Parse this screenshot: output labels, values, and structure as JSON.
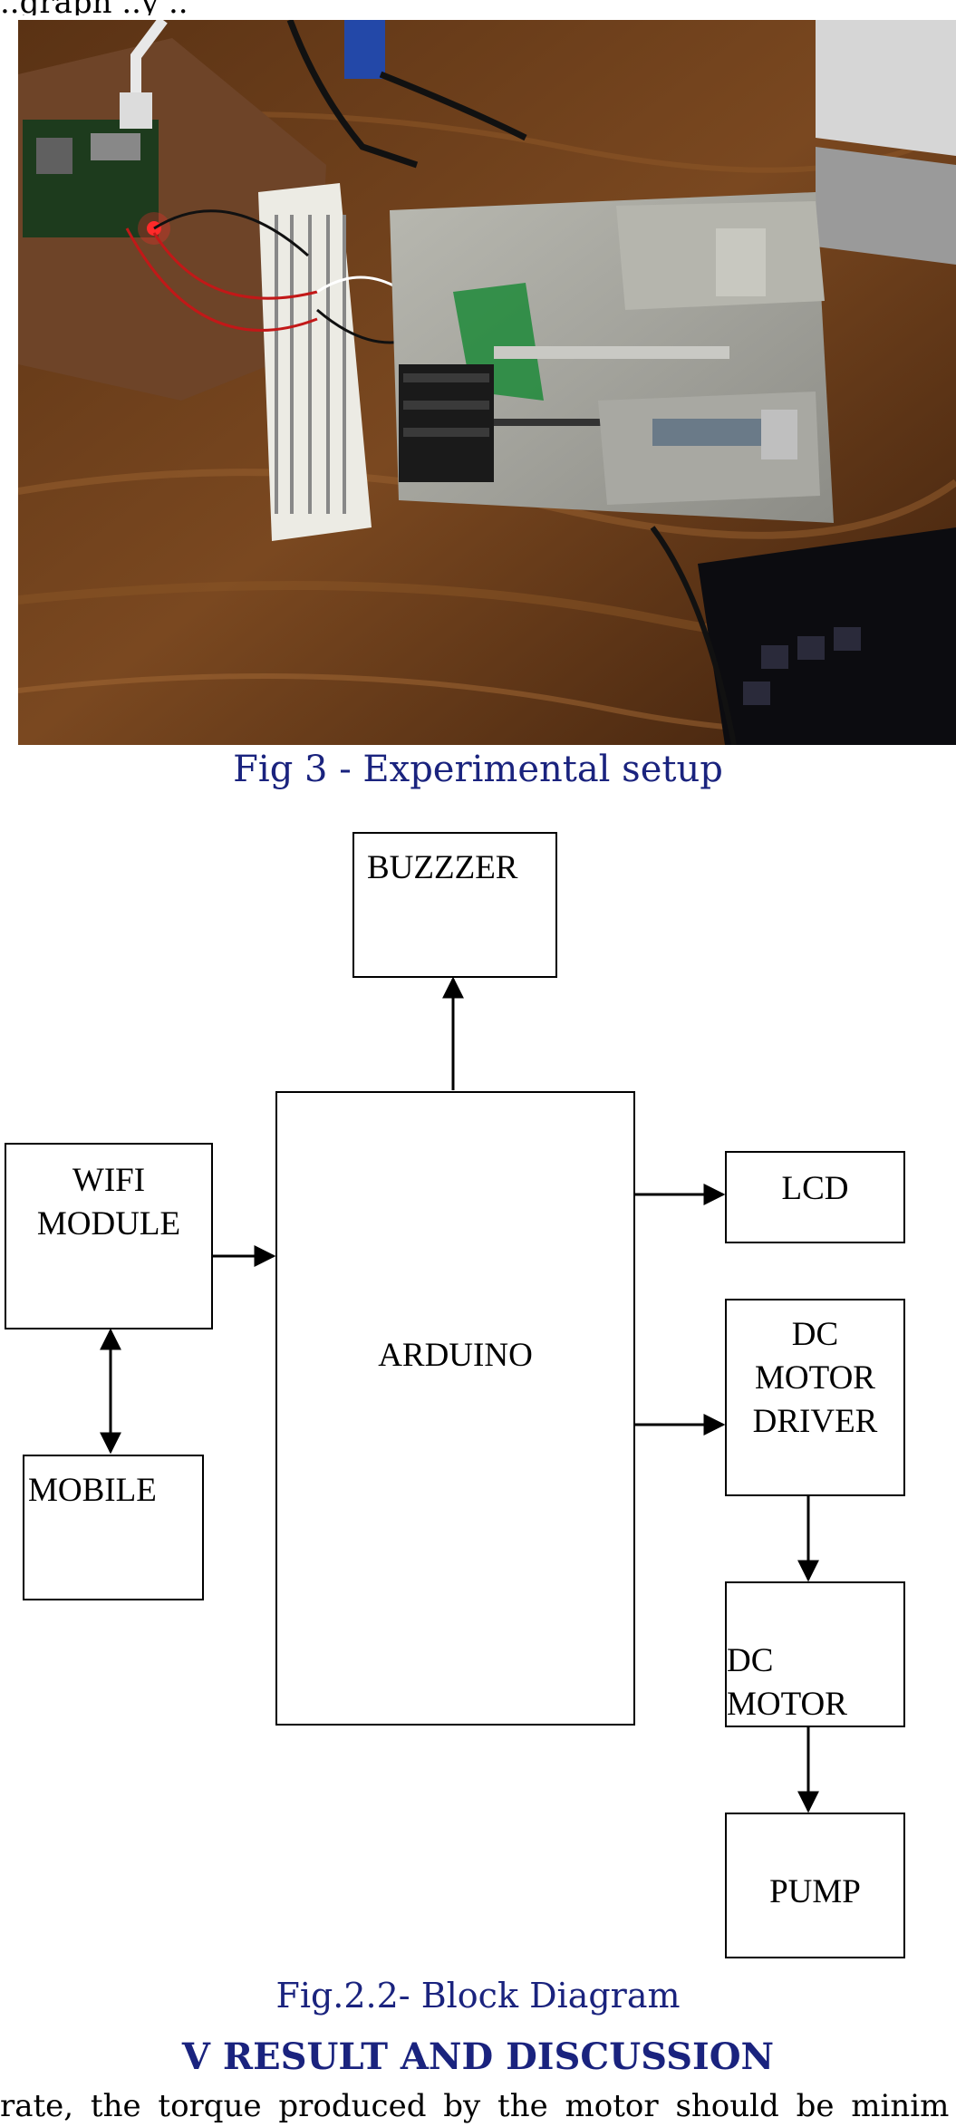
{
  "page": {
    "top_partial_text": "..graph ..y ..",
    "photo_caption": "Fig 3 - Experimental setup",
    "diagram_caption": "Fig.2.2- Block Diagram",
    "section_heading": "V RESULT AND DISCUSSION",
    "body_partial_text": "rate, the torque produced by the motor should be minim"
  },
  "diagram": {
    "nodes": {
      "buzzer": "BUZZZER",
      "wifi": "WIFI\nMODULE",
      "arduino": "ARDUINO",
      "lcd": "LCD",
      "driver": "DC\nMOTOR\nDRIVER",
      "mobile": "MOBILE",
      "motor": "DC\nMOTOR",
      "pump": "PUMP"
    },
    "edges": [
      {
        "from": "arduino",
        "to": "buzzer"
      },
      {
        "from": "wifi",
        "to": "arduino"
      },
      {
        "from": "wifi",
        "to": "mobile",
        "bidirectional": true
      },
      {
        "from": "arduino",
        "to": "lcd"
      },
      {
        "from": "arduino",
        "to": "driver"
      },
      {
        "from": "driver",
        "to": "motor"
      },
      {
        "from": "motor",
        "to": "pump"
      }
    ]
  }
}
